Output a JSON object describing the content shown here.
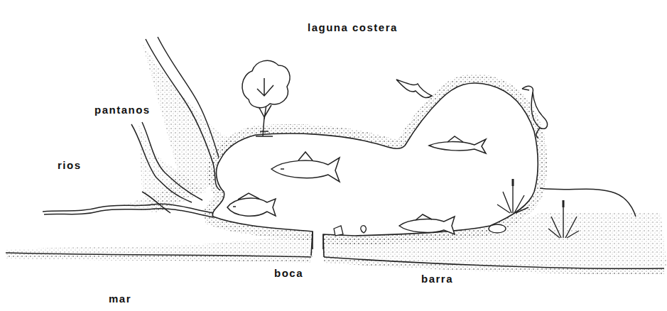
{
  "diagram": {
    "title": "laguna costera",
    "labels": [
      "pantanos",
      "rios",
      "boca",
      "barra",
      "mar"
    ]
  }
}
